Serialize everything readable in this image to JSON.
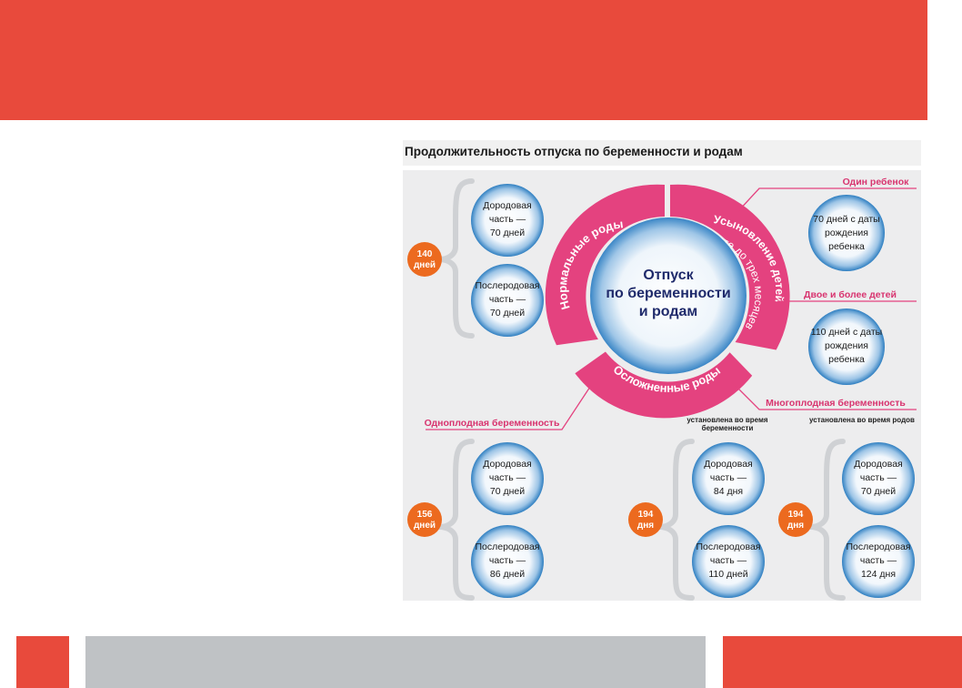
{
  "infographic": {
    "title": "Продолжительность отпуска по беременности и родам",
    "center": [
      "Отпуск",
      "по беременности",
      "и родам"
    ],
    "ring": {
      "normal": "Нормальные роды",
      "adoption": "Усыновление детей",
      "adoption_line2": "в возрасте до трех месяцев",
      "complicated": "Осложненные роды"
    },
    "labels": {
      "one_child": "Один ребенок",
      "two_or_more": "Двое и более детей",
      "singleton": "Одноплодная беременность",
      "multiple": "Многоплодная беременность",
      "during_pregnancy": [
        "установлена во время",
        "беременности"
      ],
      "during_birth": "установлена во время родов"
    },
    "bubbles": {
      "normal_pre": [
        "Дородовая",
        "часть —",
        "70 дней"
      ],
      "normal_post": [
        "Послеродовая",
        "часть —",
        "70 дней"
      ],
      "adopt_one": [
        "70 дней с даты",
        "рождения",
        "ребенка"
      ],
      "adopt_two": [
        "110 дней с даты",
        "рождения",
        "ребенка"
      ],
      "single_pre": [
        "Дородовая",
        "часть —",
        "70 дней"
      ],
      "single_post": [
        "Послеродовая",
        "часть —",
        "86 дней"
      ],
      "multi_preg_pre": [
        "Дородовая",
        "часть —",
        "84 дня"
      ],
      "multi_preg_post": [
        "Послеродовая",
        "часть —",
        "110 дней"
      ],
      "multi_birth_pre": [
        "Дородовая",
        "часть —",
        "70 дней"
      ],
      "multi_birth_post": [
        "Послеродовая",
        "часть —",
        "124 дня"
      ]
    },
    "totals": {
      "normal": [
        "140",
        "дней"
      ],
      "single": [
        "156",
        "дней"
      ],
      "multi_preg": [
        "194",
        "дня"
      ],
      "multi_birth": [
        "194",
        "дня"
      ]
    },
    "colors": {
      "red": "#e84a3c",
      "pink": "#e4427f",
      "orange": "#ec6a1f",
      "bubble_blue": "#2f7fc1",
      "navy": "#1f2a6b",
      "grey_bar": "#bfc2c5"
    }
  }
}
